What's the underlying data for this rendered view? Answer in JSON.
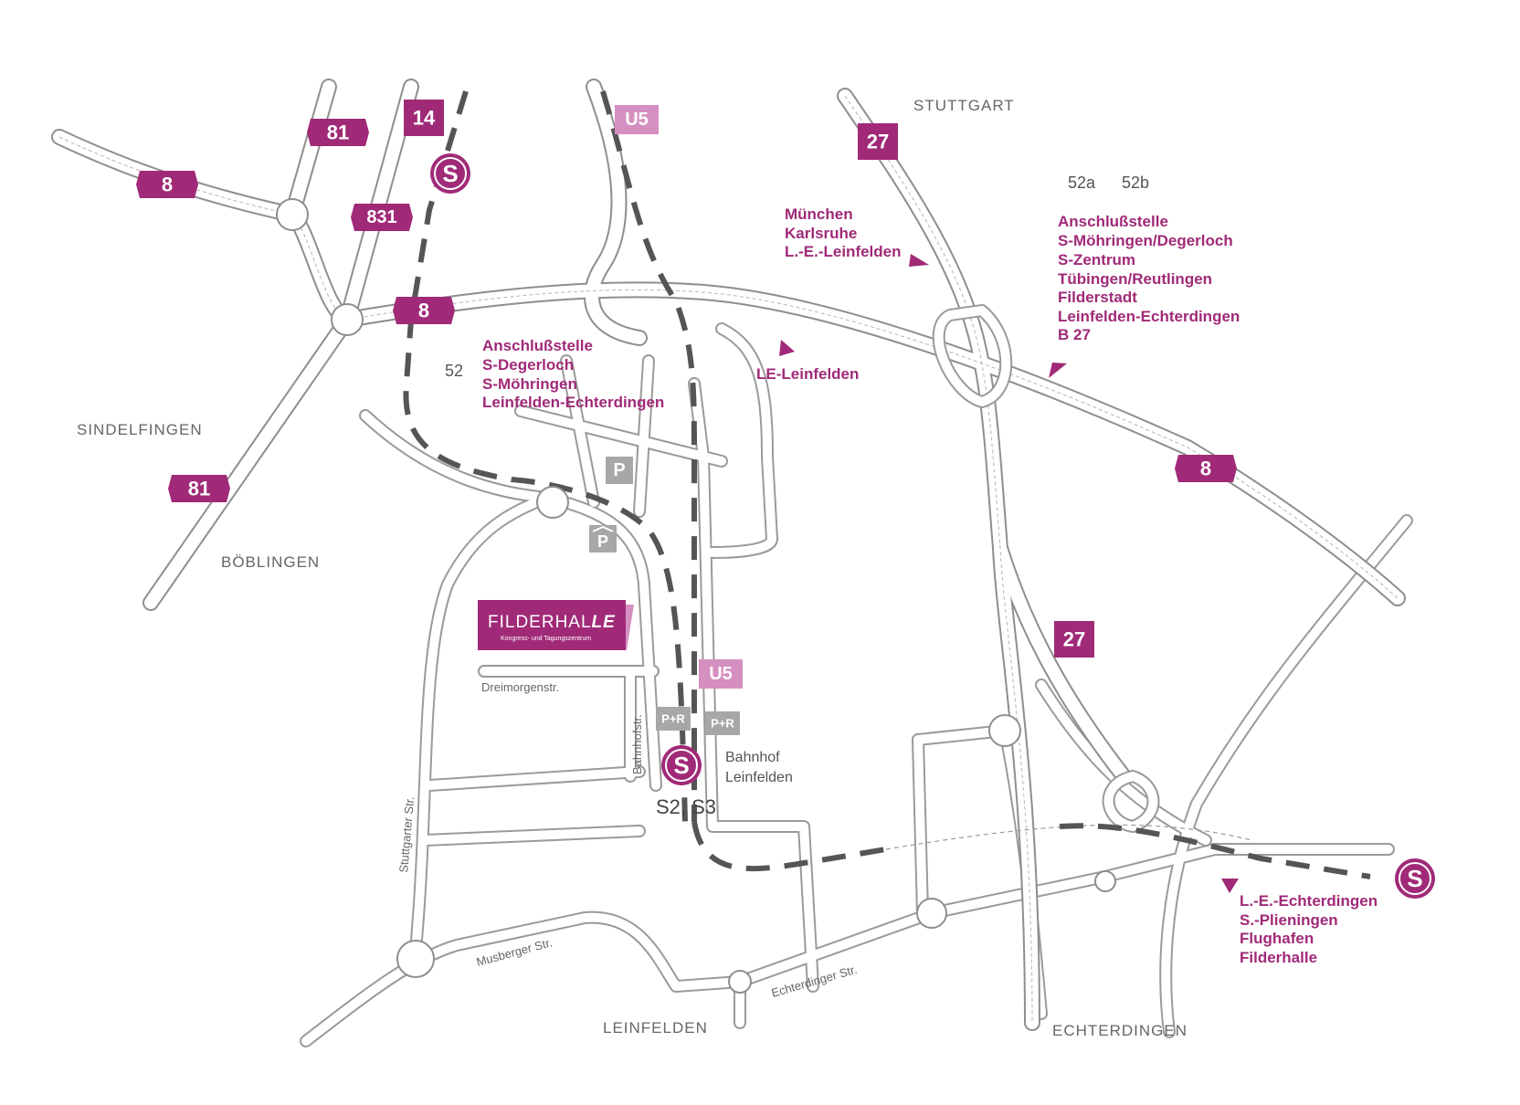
{
  "colors": {
    "brand": "#a02a78",
    "u5": "#d58fc0",
    "road_stroke": "#9a9a9a",
    "rail": "#555555",
    "parking": "#a7a7a7"
  },
  "cities": {
    "stuttgart": "STUTTGART",
    "sindelfingen": "SINDELFINGEN",
    "boeblingen": "BÖBLINGEN",
    "leinfelden": "LEINFELDEN",
    "echterdingen": "ECHTERDINGEN"
  },
  "exits": {
    "e52": "52",
    "e52a": "52a",
    "e52b": "52b"
  },
  "road_shields": {
    "a8_west": "8",
    "a8_center": "8",
    "a8_east": "8",
    "b81_north": "81",
    "b81_south": "81",
    "b14": "14",
    "b831": "831",
    "b27_north": "27",
    "b27_south": "27"
  },
  "transit": {
    "s_symbol": "S",
    "u5": "U5",
    "park_ride": "P+R",
    "parking": "P",
    "s_lines": "S2, S3",
    "station_line1": "Bahnhof",
    "station_line2": "Leinfelden"
  },
  "destinations": {
    "west_block": [
      "Anschlußstelle",
      "S-Degerloch",
      "S-Möhringen",
      "Leinfelden-Echterdingen"
    ],
    "center_block": [
      "München",
      "Karlsruhe",
      "L.-E.-Leinfelden"
    ],
    "le_leinfelden": "LE-Leinfelden",
    "east_block": [
      "Anschlußstelle",
      "S-Möhringen/Degerloch",
      "S-Zentrum",
      "Tübingen/Reutlingen",
      "Filderstadt",
      "Leinfelden-Echterdingen",
      "B 27"
    ],
    "south_block": [
      "L.-E.-Echterdingen",
      "S.-Plieningen",
      "Flughafen",
      "Filderhalle"
    ]
  },
  "streets": {
    "dreimorgen": "Dreimorgenstr.",
    "bahnhof": "Bahnhofstr.",
    "stuttgarter": "Stuttgarter Str.",
    "musberger": "Musberger Str.",
    "echterdinger": "Echterdinger Str."
  },
  "logo": {
    "name_plain": "FILDERHAL",
    "name_bold": "LE",
    "tagline": "Kongress- und Tagungszentrum"
  }
}
